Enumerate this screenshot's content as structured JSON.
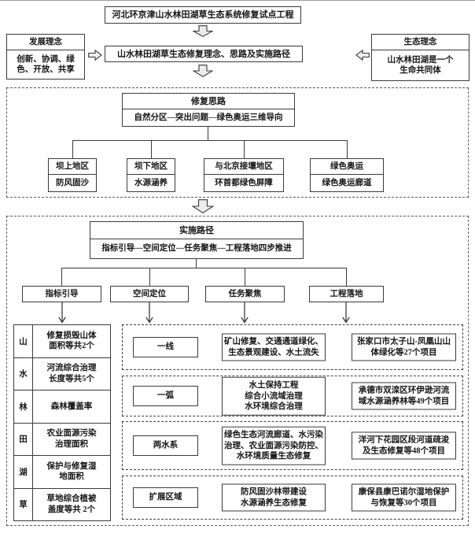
{
  "top": {
    "title": "河北环京津山水林田湖草生态系统修复试点工程",
    "left": {
      "header": "发展理念",
      "body": "创新、协调、绿\n色、开放、共享"
    },
    "center": "山水林田湖草生态修复理念、思路及实施路径",
    "right": {
      "header": "生态理念",
      "body": "山水林田湖是一个\n生命共同体"
    }
  },
  "idea": {
    "header": "修复思路",
    "sub": "自然分区—突出问题—绿色奥运三维导向",
    "branches": [
      {
        "title": "坝上地区",
        "sub": "防风固沙"
      },
      {
        "title": "坝下地区",
        "sub": "水源涵养"
      },
      {
        "title": "与北京接壤地区",
        "sub": "环首都绿色屏障"
      },
      {
        "title": "绿色奥运",
        "sub": "绿色奥运廊道"
      }
    ]
  },
  "path": {
    "header": "实施路径",
    "sub": "指标引导—空间定位—任务聚焦—工程落地四步推进",
    "steps": [
      "指标引导",
      "空间定位",
      "任务聚焦",
      "工程落地"
    ],
    "indicators": [
      {
        "key": "山",
        "value": "修复损毁山体\n面积等共2个"
      },
      {
        "key": "水",
        "value": "河流综合治理\n长度等共5个"
      },
      {
        "key": "林",
        "value": "森林覆盖率"
      },
      {
        "key": "田",
        "value": "农业面源污染\n治理面积"
      },
      {
        "key": "湖",
        "value": "保护与修复湿\n地面积"
      },
      {
        "key": "草",
        "value": "草地综合植被\n盖度等共 2个"
      }
    ],
    "rows": [
      {
        "zone": "一线",
        "tasks": "矿山修复、交通通道绿化、\n生态景观建设、水土流失",
        "projects": "张家口市太子山-凤凰山山\n体绿化等27个项目"
      },
      {
        "zone": "一弧",
        "tasks": "水土保持工程\n综合小流域治理\n水环境综合治理",
        "projects": "承德市双滦区环伊逊河流\n域水源涵养林等49个项目"
      },
      {
        "zone": "两水系",
        "tasks": "绿色生态河流廊道、水污染\n治理、农业面源污染防控、\n水环境质量生态修复",
        "projects": "洋河下花园区段河道疏浚\n及生态修复等48个项目"
      },
      {
        "zone": "扩展区域",
        "tasks": "防风固沙林带建设\n水源涵养生态修复",
        "projects": "康保县康巴诺尔湿地保护\n与恢复等30个项目"
      }
    ]
  },
  "colors": {
    "line": "#3a3a3a",
    "arrow_fill": "#ececec"
  }
}
